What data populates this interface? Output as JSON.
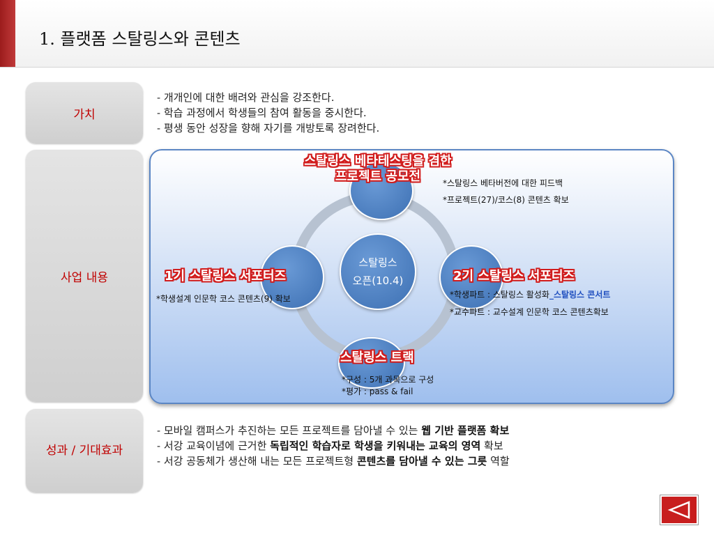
{
  "header": {
    "title": "1. 플랫폼 스탈링스와 콘텐츠"
  },
  "sections": {
    "value": {
      "label": "가치",
      "lines": [
        "- 개개인에 대한 배려와 관심을 강조한다.",
        "- 학습 과정에서 학생들의 참여 활동을 중시한다.",
        "- 평생 동안 성장을 향해 자기를 개방토록 장려한다."
      ]
    },
    "business": {
      "label": "사업 내용"
    },
    "results": {
      "label": "성과 / 기대효과",
      "line1_pre": "- 모바일 캠퍼스가 추진하는 모든 프로젝트를 담아낼 수 있는 ",
      "line1_bold": "웹 기반 플랫폼 확보",
      "line2_pre": "- 서강 교육이념에 근거한 ",
      "line2_bold": "독립적인 학습자로 학생을 키워내는 교육의 영역",
      "line2_post": " 확보",
      "line3_pre": "- 서강 공동체가 생산해 내는 모든 프로젝트형 ",
      "line3_bold": "콘텐츠를 담아낼 수 있는 그릇",
      "line3_post": " 역할"
    }
  },
  "diagram": {
    "center_line1": "스탈링스",
    "center_line2": "오픈(10.4)",
    "top_label_line1": "스탈링스 베타테스팅을 겸한",
    "top_label_line2": "프로젝트 공모전",
    "top_note1": "*스탈링스 베타버전에 대한 피드백",
    "top_note2": "*프로젝트(27)/코스(8) 콘텐츠 확보",
    "left_label": "1기 스탈링스 서포터즈",
    "left_note": "*학생설계 인문학 코스 콘텐츠(9) 확보",
    "right_label": "2기 스탈링스 서포터즈",
    "right_note1_pre": "*학생파트 : 스탈링스 활성화",
    "right_note1_link": "_스탈링스 콘서트",
    "right_note2": "*교수파트 : 교수설계 인문학 코스 콘텐츠확보",
    "bottom_label": "스탈링스 트랙",
    "bottom_note1": "*구성 : 5개 과목으로 구성",
    "bottom_note2": "*평가 : pass & fail"
  },
  "nav": {
    "icon": "triangle-left-icon"
  }
}
